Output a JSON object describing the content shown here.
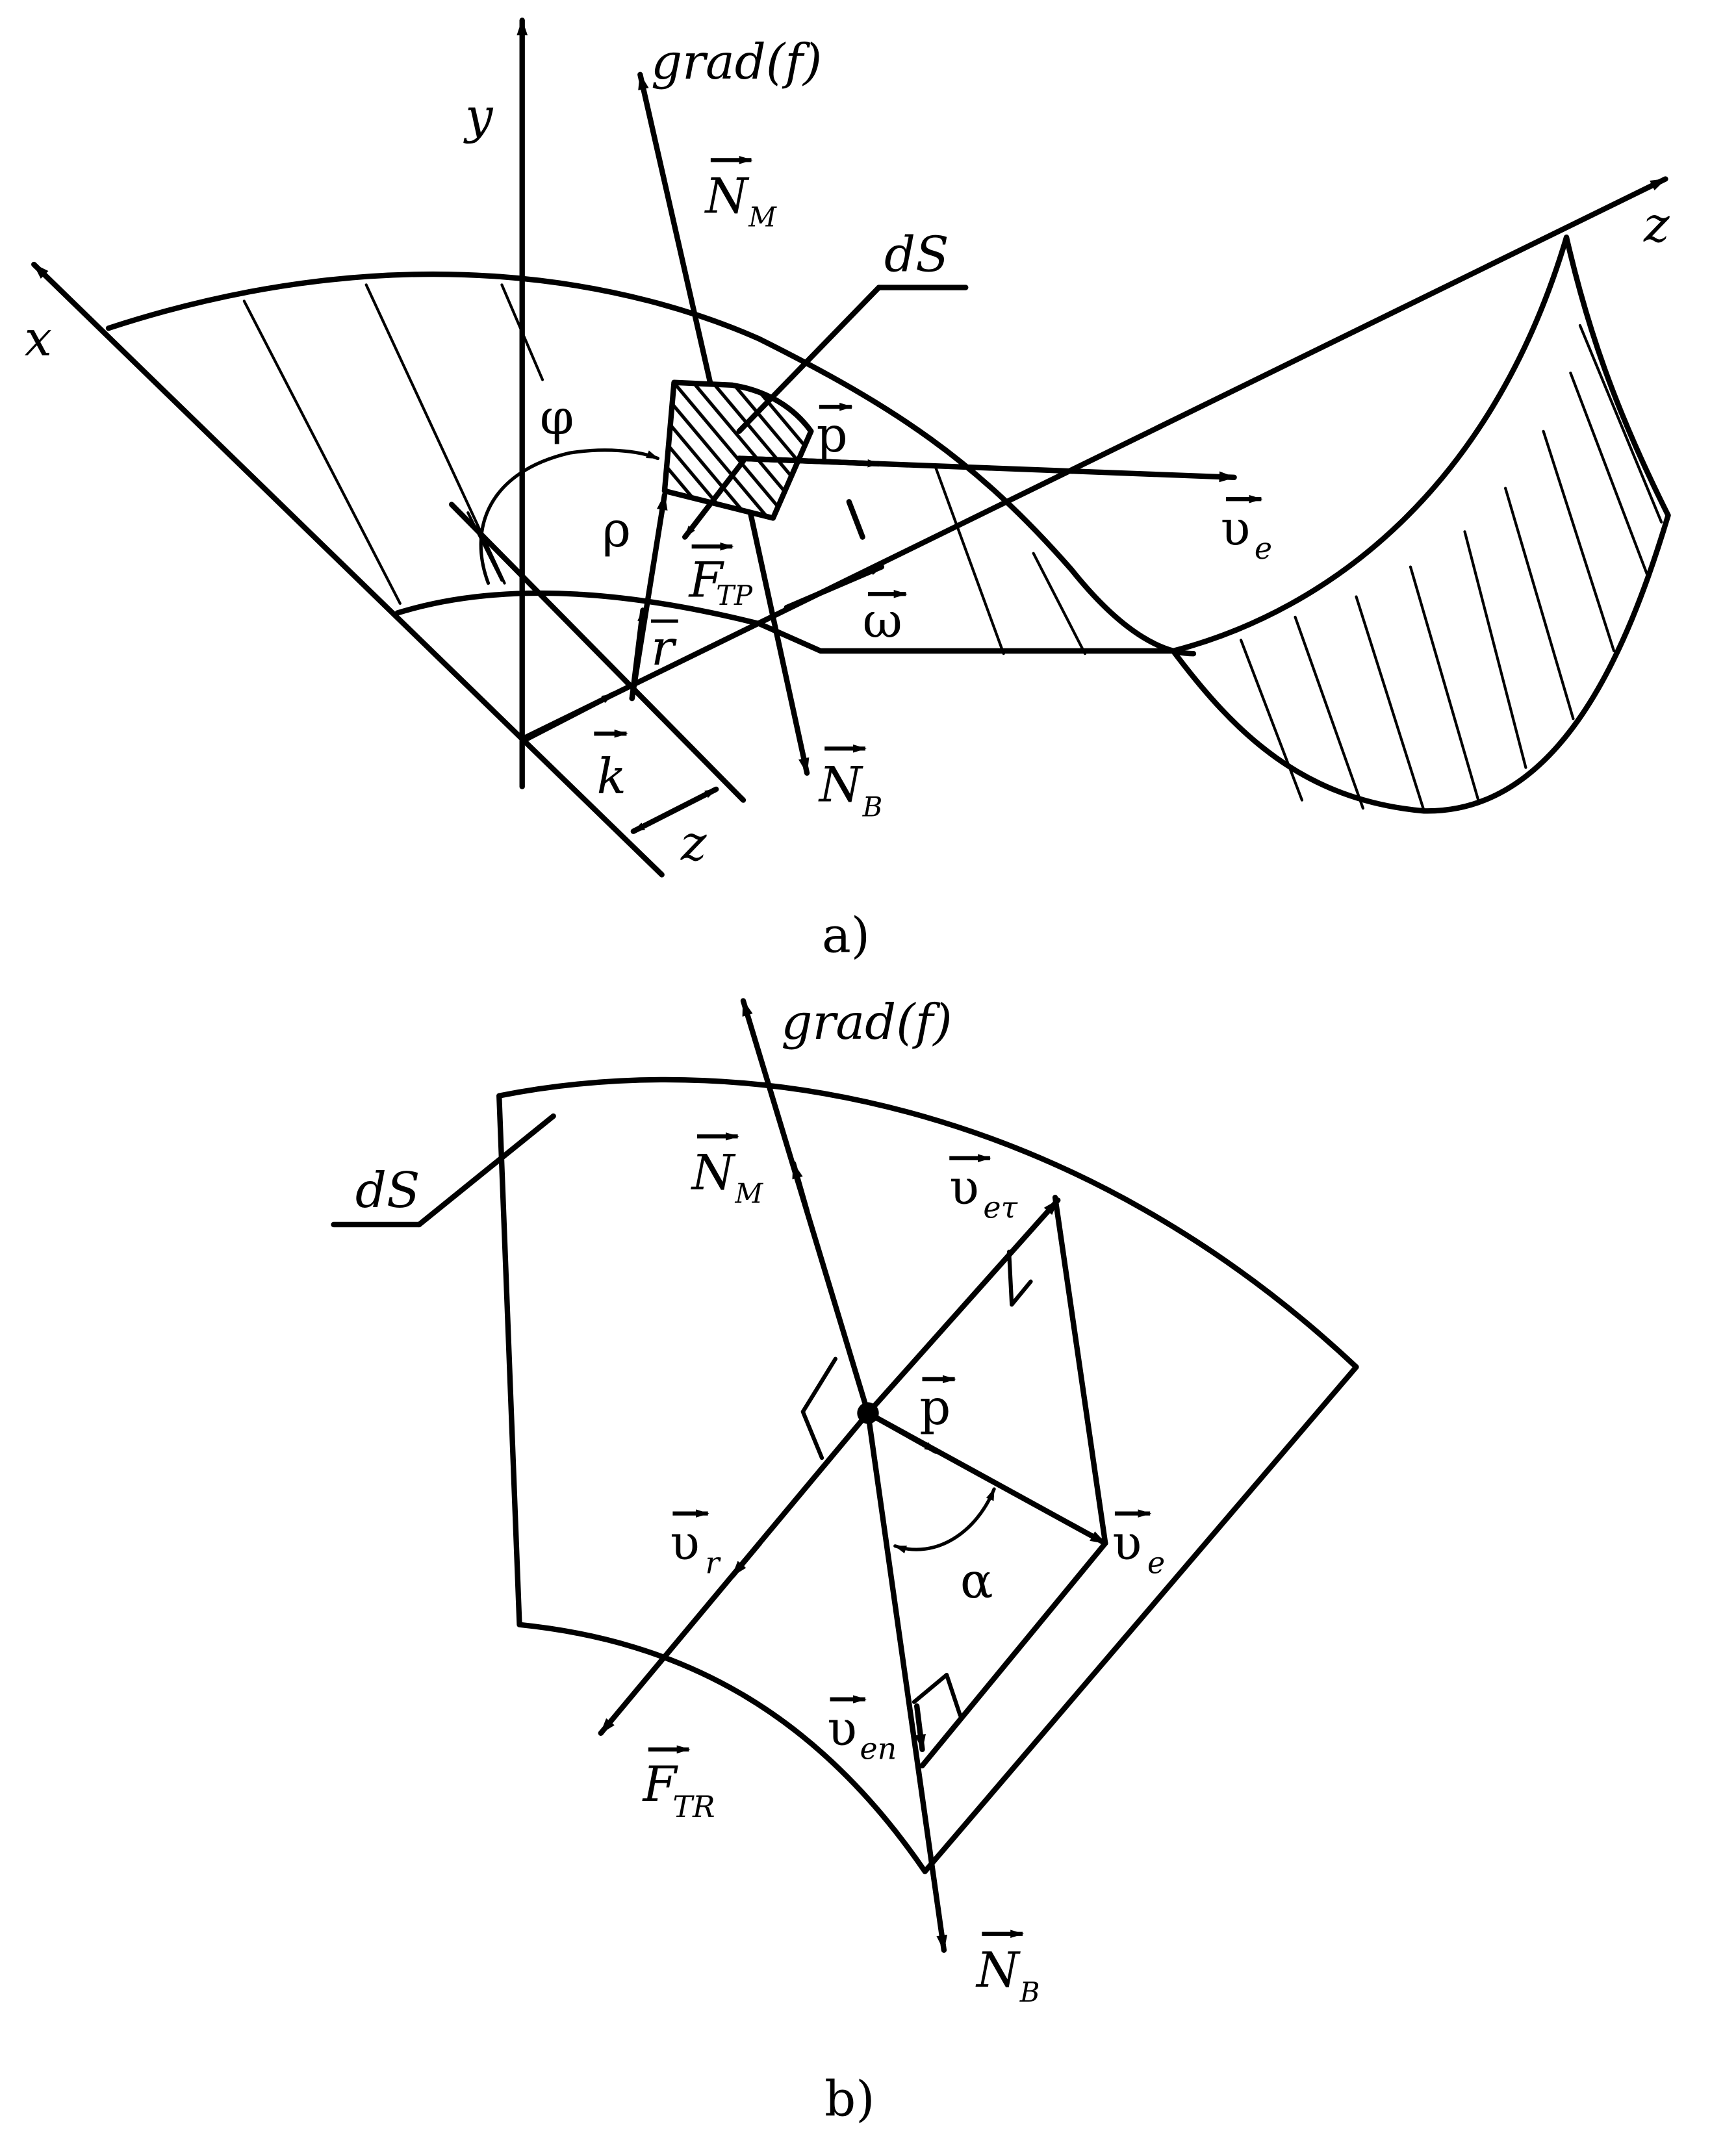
{
  "figure_a": {
    "caption": "a)",
    "labels": {
      "y": "y",
      "x": "x",
      "z_axis": "z",
      "z_offset": "z",
      "grad": "grad(f)",
      "NM": "N",
      "NM_sub": "M",
      "NB": "N",
      "NB_sub": "B",
      "dS": "dS",
      "phi": "φ",
      "rho": "ρ",
      "p": "p",
      "ve": "υ",
      "ve_sub": "e",
      "FTP": "F",
      "FTP_sub": "TP",
      "r": "r",
      "omega": "ω",
      "k": "k"
    }
  },
  "figure_b": {
    "caption": "b)",
    "labels": {
      "grad": "grad(f)",
      "NM": "N",
      "NM_sub": "M",
      "dS": "dS",
      "vetau": "υ",
      "vetau_sub": "eτ",
      "p": "p",
      "vr": "υ",
      "vr_sub": "r",
      "ve": "υ",
      "ve_sub": "e",
      "alpha": "α",
      "ven": "υ",
      "ven_sub": "en",
      "FTR": "F",
      "FTR_sub": "TR",
      "NB": "N",
      "NB_sub": "B"
    }
  },
  "colors": {
    "ink": "#000000",
    "paper": "#ffffff"
  }
}
